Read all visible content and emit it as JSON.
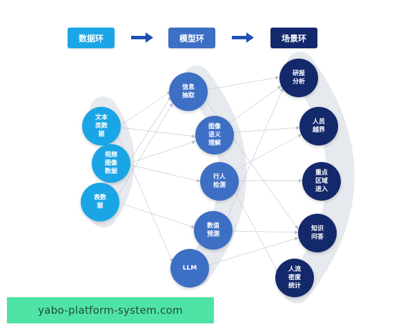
{
  "headers": {
    "data_ring": "数据环",
    "model_ring": "模型环",
    "scene_ring": "场景环"
  },
  "data_nodes": {
    "text": "文本\n类数\n据",
    "video": "视频\n图像\n数据",
    "table": "表数\n据"
  },
  "model_nodes": {
    "extract": "信息\n抽取",
    "semantic": "图像\n语义\n理解",
    "pedestrian": "行人\n检测",
    "predict": "数值\n预测",
    "llm": "LLM"
  },
  "scene_nodes": {
    "research": "研报\n分析",
    "cross": "人员\n越界",
    "area": "重点\n区域\n进入",
    "qa": "知识\n问答",
    "density": "人流\n密度\n统计"
  },
  "watermark": "yabo-platform-system.com",
  "colors": {
    "data": "#1aa6e6",
    "model": "#3d6fc4",
    "scene": "#14296b",
    "band": "#e6e9ee"
  }
}
